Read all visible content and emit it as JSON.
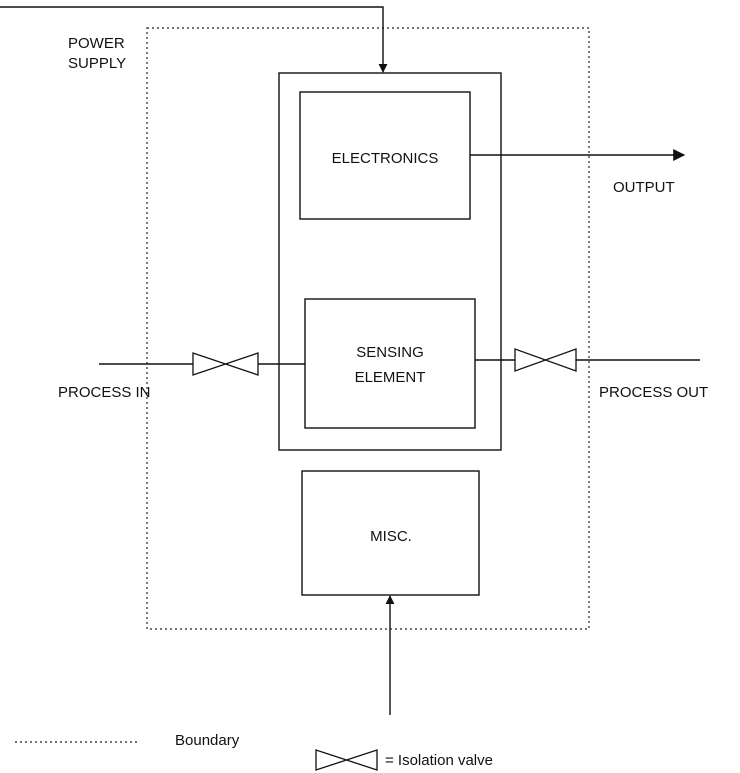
{
  "labels": {
    "power_supply_line1": "POWER",
    "power_supply_line2": "SUPPLY",
    "electronics": "ELECTRONICS",
    "output": "OUTPUT",
    "sensing_line1": "SENSING",
    "sensing_line2": "ELEMENT",
    "process_in": "PROCESS IN",
    "process_out": "PROCESS OUT",
    "misc": "MISC."
  },
  "legend": {
    "boundary": "Boundary",
    "isolation_valve": "= Isolation valve"
  },
  "colors": {
    "ink": "#111111",
    "background": "#ffffff"
  }
}
